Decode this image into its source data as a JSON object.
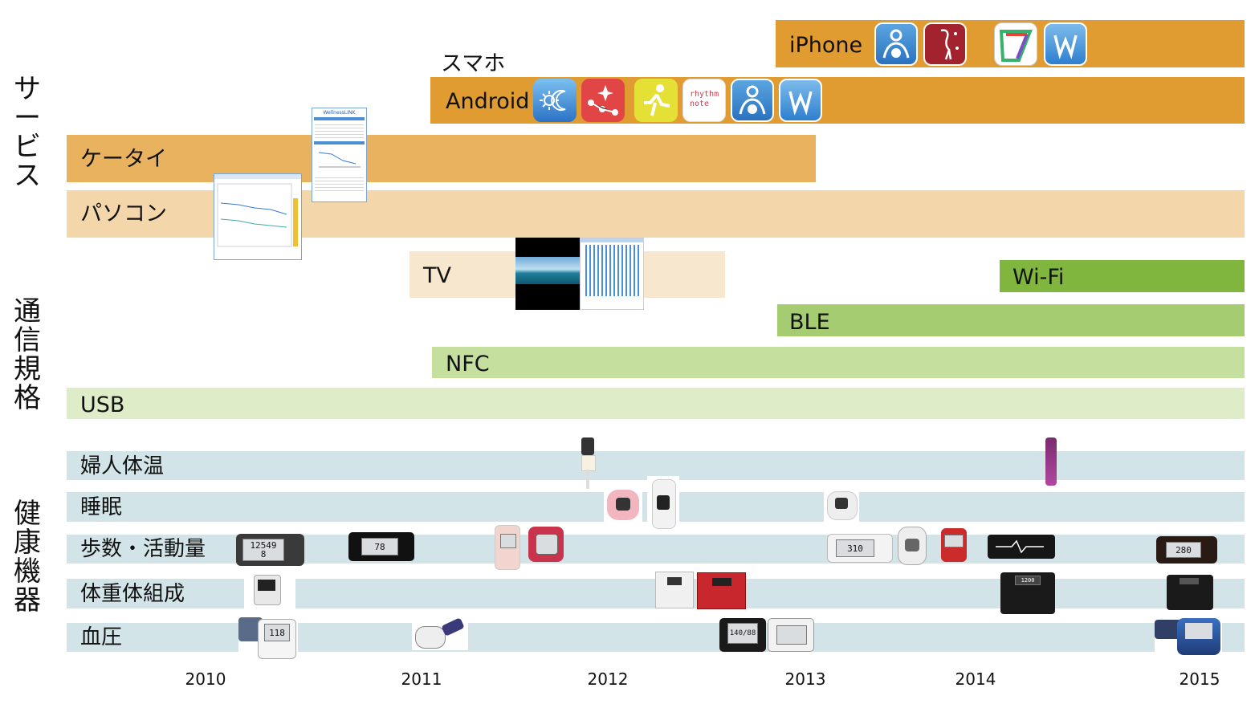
{
  "categories": {
    "service": [
      "サ",
      "ー",
      "ビ",
      "ス"
    ],
    "comm": [
      "通",
      "信",
      "規",
      "格"
    ],
    "health": [
      "健",
      "康",
      "機",
      "器"
    ]
  },
  "service_bars": {
    "iphone": "iPhone",
    "smartphone": "スマホ",
    "android": "Android",
    "keitai": "ケータイ",
    "pc": "パソコン",
    "tv": "TV"
  },
  "comm_bars": {
    "wifi": "Wi-Fi",
    "ble": "BLE",
    "nfc": "NFC",
    "usb": "USB"
  },
  "health_bars": {
    "basal_temp": "婦人体温",
    "sleep": "睡眠",
    "steps": "歩数・活動量",
    "body_comp": "体重体組成",
    "blood_pressure": "血圧"
  },
  "screenshots": {
    "wellness_link": "WellnessLINK"
  },
  "app_icons": {
    "rhythm_note": "rhythm\nnote",
    "wellness_w": "W"
  },
  "device_readouts": {
    "pedometer_2010": "12549",
    "pedometer_2010_small": "8",
    "pedometer_2011": "78",
    "pedometer_2013": "310",
    "scale_2014": "1200",
    "activity_2015": "280",
    "bp_2012": "140/88",
    "bp_2010": "118"
  },
  "years": [
    "2010",
    "2011",
    "2012",
    "2013",
    "2014",
    "2015"
  ],
  "colors": {
    "iphone_bar": "#e09b31",
    "android_bar": "#e09b31",
    "keitai_bar": "#e8b25f",
    "pc_bar": "#f3d7aa",
    "tv_bar": "#f8e7cf",
    "wifi_bar": "#80b63e",
    "ble_bar": "#a6cc72",
    "nfc_bar": "#c5df9e",
    "usb_bar": "#dfecc8",
    "health_bar": "#d2e4e8"
  }
}
